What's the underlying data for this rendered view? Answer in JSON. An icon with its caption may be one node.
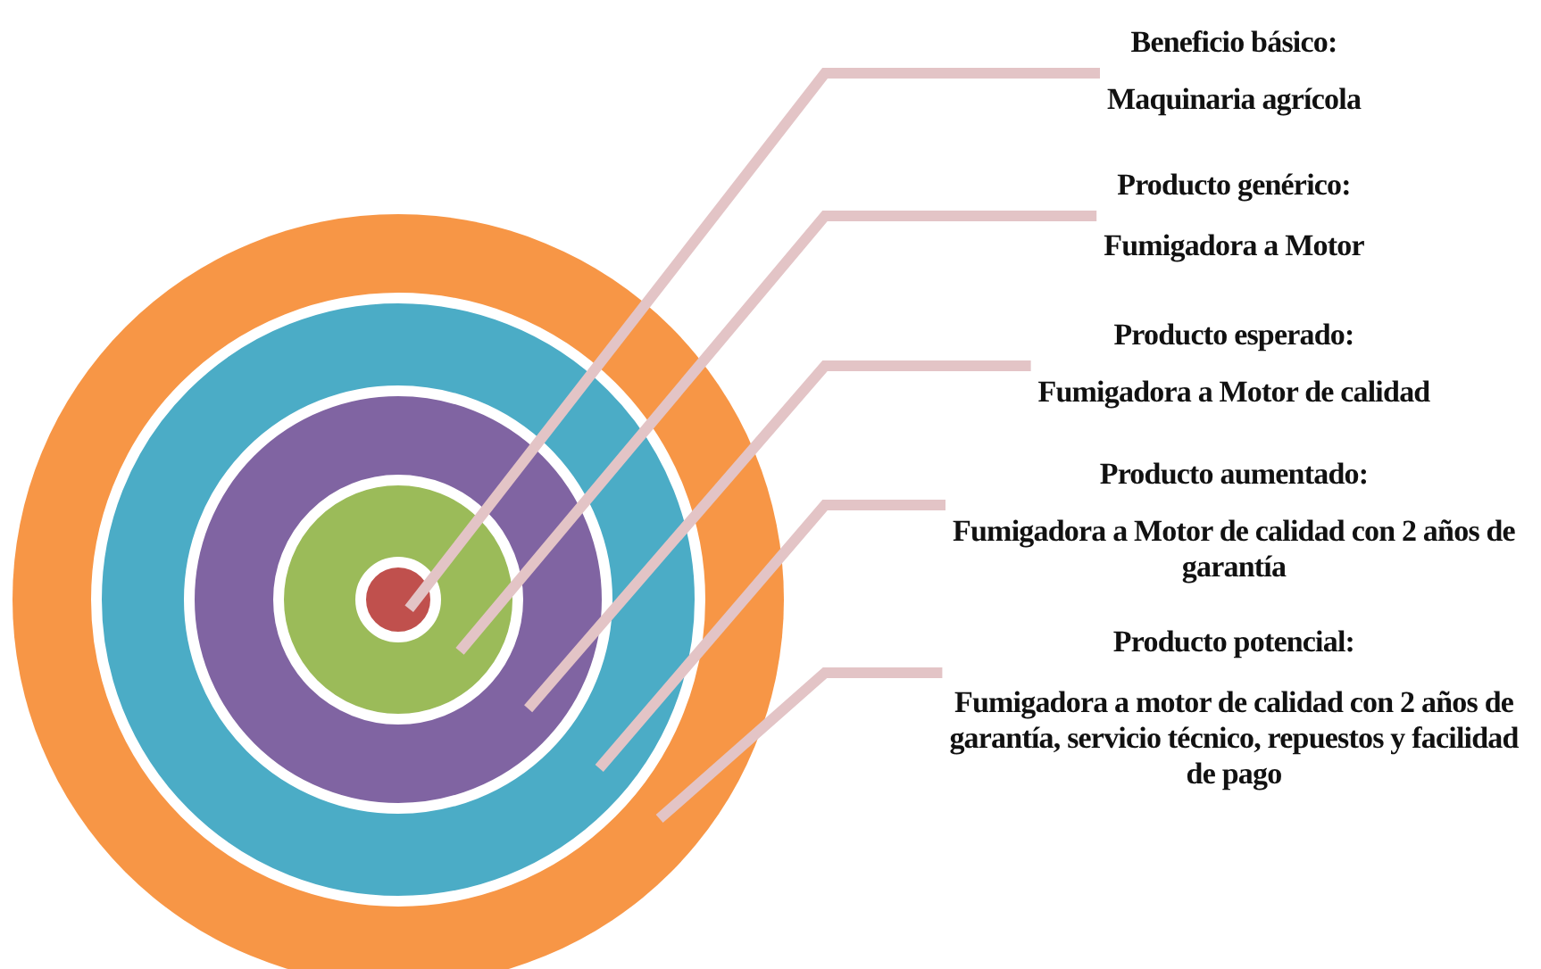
{
  "diagram": {
    "nodes": [
      {
        "text": [],
        "shape": "circle"
      },
      {
        "text": [],
        "shape": "circle",
        "in": 0
      },
      {
        "text": [],
        "shape": "circle",
        "in": 1
      },
      {
        "text": [],
        "shape": "circle",
        "in": 2
      },
      {
        "text": [],
        "shape": "circle",
        "in": 3
      },
      {
        "text": [
          "Beneficio básico:",
          "Maquinaria agrícola"
        ]
      },
      {
        "text": [
          "Producto genérico:",
          "Fumigadora a Motor"
        ]
      },
      {
        "text": [
          "Producto esperado:",
          "Fumigadora a Motor de calidad"
        ]
      },
      {
        "text": [
          "Producto aumentado:",
          "Fumigadora a Motor de calidad con 2 años de garantía"
        ]
      },
      {
        "text": [
          "Producto potencial:",
          "Fumigadora a motor de calidad con 2 años de garantía, servicio técnico, repuestos y facilidad de pago"
        ]
      }
    ],
    "edges": [
      {
        "from": 5,
        "to": 4,
        "arrow": "none"
      },
      {
        "from": 6,
        "to": 3,
        "arrow": "none"
      },
      {
        "from": 7,
        "to": 2,
        "arrow": "none"
      },
      {
        "from": 8,
        "to": 1,
        "arrow": "none"
      },
      {
        "from": 9,
        "to": 0,
        "arrow": "none"
      }
    ]
  }
}
